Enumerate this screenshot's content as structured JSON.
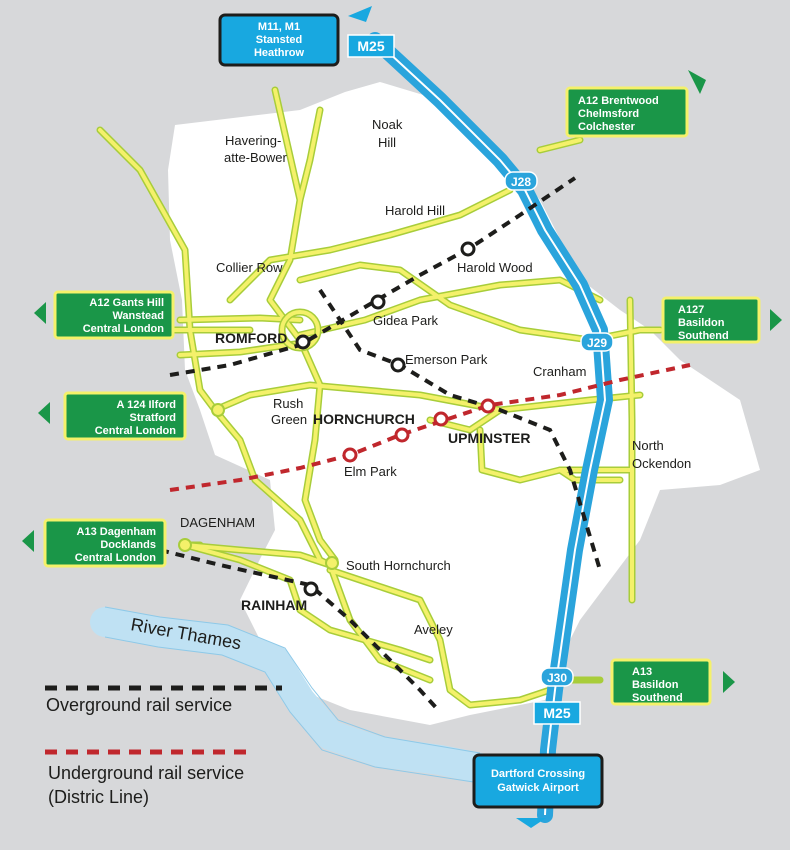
{
  "colors": {
    "background": "#d7d8da",
    "borough": "#ffffff",
    "road_outline": "#a8cd3a",
    "road_fill": "#f4f16a",
    "motorway": "#2aa4dc",
    "river": "#bfe1f3",
    "sign_green": "#1a9648",
    "sign_blue": "#18a8e0",
    "overground": "#1d1d1b",
    "underground": "#c0272d"
  },
  "motorway_labels": {
    "top": "M25",
    "bottom": "M25"
  },
  "junctions": {
    "j28": "J28",
    "j29": "J29",
    "j30": "J30"
  },
  "signs": {
    "stansted": [
      "M11, M1",
      "Stansted",
      "Heathrow"
    ],
    "brentwood": [
      "A12  Brentwood",
      "Chelmsford",
      "Colchester"
    ],
    "gants_hill": [
      "A12 Gants Hill",
      "Wanstead",
      "Central London"
    ],
    "basildon_a127": [
      "A127",
      "Basildon",
      "Southend"
    ],
    "ilford": [
      "A 124   Ilford",
      "Stratford",
      "Central London"
    ],
    "dagenham_a13": [
      "A13 Dagenham",
      "Docklands",
      "Central London"
    ],
    "basildon_a13": [
      "A13",
      "Basildon",
      "Southend"
    ],
    "dartford": [
      "Dartford Crossing",
      "Gatwick Airport"
    ]
  },
  "places": {
    "havering_1": "Havering-",
    "havering_2": "atte-Bower",
    "noak_1": "Noak",
    "noak_2": "Hill",
    "harold_hill": "Harold Hill",
    "collier_row": "Collier Row",
    "harold_wood": "Harold Wood",
    "gidea_park": "Gidea Park",
    "romford": "ROMFORD",
    "emerson_park": "Emerson Park",
    "cranham": "Cranham",
    "rush_1": "Rush",
    "rush_2": "Green",
    "hornchurch": "HORNCHURCH",
    "upminster": "UPMINSTER",
    "north_ock_1": "North",
    "north_ock_2": "Ockendon",
    "elm_park": "Elm Park",
    "dagenham": "DAGENHAM",
    "south_hornchurch": "South Hornchurch",
    "rainham": "RAINHAM",
    "aveley": "Aveley",
    "river_thames": "River Thames"
  },
  "legend": {
    "overground": "Overground rail service",
    "underground_1": "Underground rail service",
    "underground_2": "(Distric Line)"
  }
}
